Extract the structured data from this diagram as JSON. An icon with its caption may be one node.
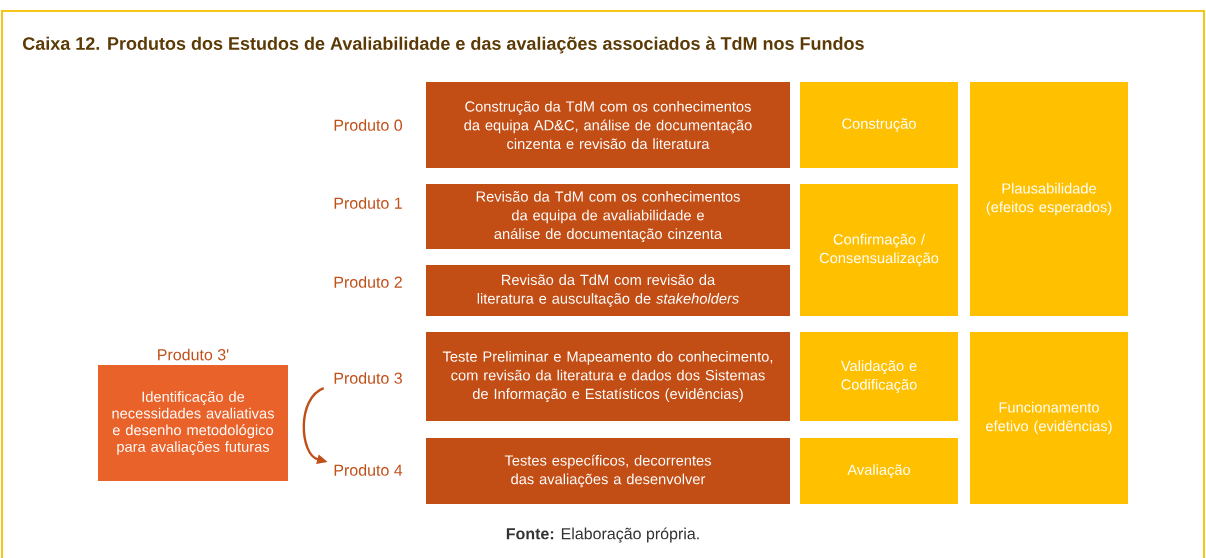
{
  "diagram": {
    "title": "Caixa 12. Produtos dos Estudos de Avaliabilidade e das avaliações associados à TdM nos Fundos",
    "caption": "**Fonte:** Elaboração própria.",
    "nodes": [
      {
        "text": [
          "Produto 3'",
          "Identificação de necessidades avaliativas e desenho metodológico para avaliações futuras"
        ]
      },
      {
        "text": [
          "Produto 0"
        ]
      },
      {
        "text": [
          "Produto 1"
        ]
      },
      {
        "text": [
          "Produto 2"
        ]
      },
      {
        "text": [
          "Produto 3"
        ]
      },
      {
        "text": [
          "Produto 4"
        ]
      },
      {
        "text": [
          "Construção da TdM com os conhecimentos da equipa AD&C, análise de documentação cinzenta e revisão da literatura"
        ]
      },
      {
        "text": [
          "Revisão da TdM com os conhecimentos da equipa de avaliabilidade e análise de documentação cinzenta"
        ]
      },
      {
        "text": [
          "Revisão da TdM com revisão da literatura e auscultação de *stakeholders*"
        ]
      },
      {
        "text": [
          "Teste Preliminar e Mapeamento do conhecimento, com revisão da literatura e dados dos Sistemas de Informação e Estatísticos (evidências)"
        ]
      },
      {
        "text": [
          "Testes específicos, decorrentes das avaliações a desenvolver"
        ]
      },
      {
        "text": [
          "Construção"
        ]
      },
      {
        "text": [
          "Confirmação / Consensualização"
        ]
      },
      {
        "text": [
          "Validação e Codificação"
        ]
      },
      {
        "text": [
          "Avaliação"
        ]
      },
      {
        "text": [
          "Plausabilidade (efeitos esperados)"
        ]
      },
      {
        "text": [
          "Funcionamento efetivo (evidências)"
        ]
      }
    ],
    "edges": [
      {
        "from": 4,
        "to": 5,
        "arrow": "to"
      }
    ]
  }
}
